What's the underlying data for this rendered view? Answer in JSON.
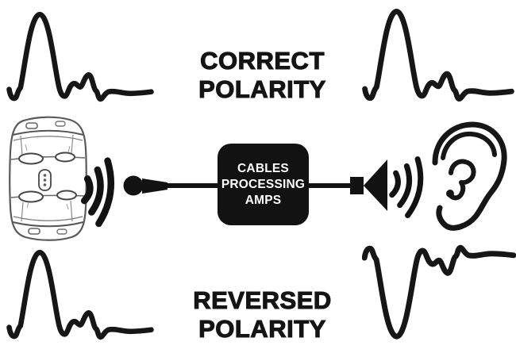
{
  "page": {
    "background_color": "#ffffff",
    "ink_color": "#141414"
  },
  "headings": {
    "top": {
      "line1": "CORRECT",
      "line2": "POLARITY"
    },
    "bottom": {
      "line1": "REVERSED",
      "line2": "POLARITY"
    }
  },
  "center_box": {
    "lines": [
      "CABLES",
      "PROCESSING",
      "AMPS"
    ],
    "background": "#121212",
    "text_color": "#ffffff"
  },
  "icons": {
    "drum": "snare-drum-sketch",
    "sound_waves_left": "sound-wave-arcs",
    "microphone": "microphone",
    "sound_waves_right": "sound-wave-arcs",
    "speaker": "speaker-horn",
    "ear": "ear",
    "waveform_top_left": "positive-transient-waveform",
    "waveform_top_right": "positive-transient-waveform",
    "waveform_bottom_left": "positive-transient-waveform",
    "waveform_bottom_right": "inverted-transient-waveform"
  }
}
